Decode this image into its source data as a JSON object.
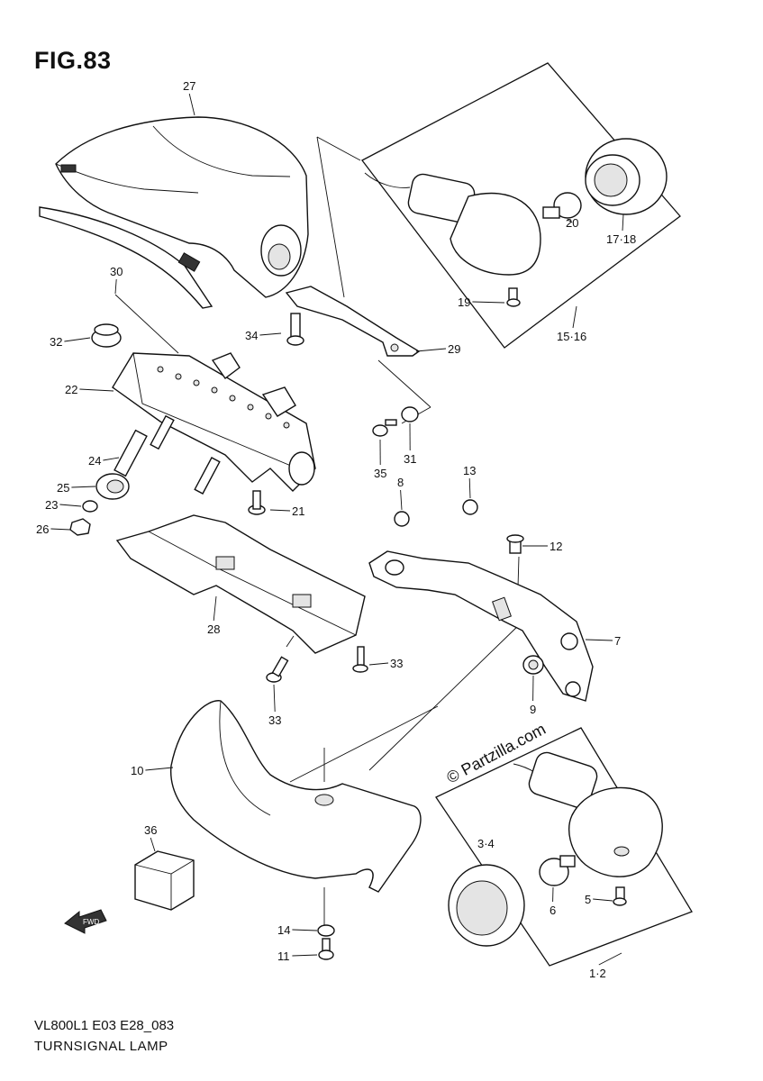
{
  "figure_title": "FIG.83",
  "model_code": "VL800L1 E03 E28_083",
  "diagram_name": "TURNSIGNAL LAMP",
  "watermark": "© Partzilla.com",
  "fwd_arrow": "FWD",
  "part_labels": [
    "27",
    "30",
    "32",
    "34",
    "29",
    "22",
    "24",
    "25",
    "23",
    "26",
    "21",
    "35",
    "31",
    "13",
    "8",
    "12",
    "28",
    "7",
    "33",
    "33",
    "9",
    "10",
    "36",
    "3·4",
    "6",
    "5",
    "14",
    "11",
    "1·2",
    "20",
    "17·18",
    "19",
    "15·16"
  ]
}
